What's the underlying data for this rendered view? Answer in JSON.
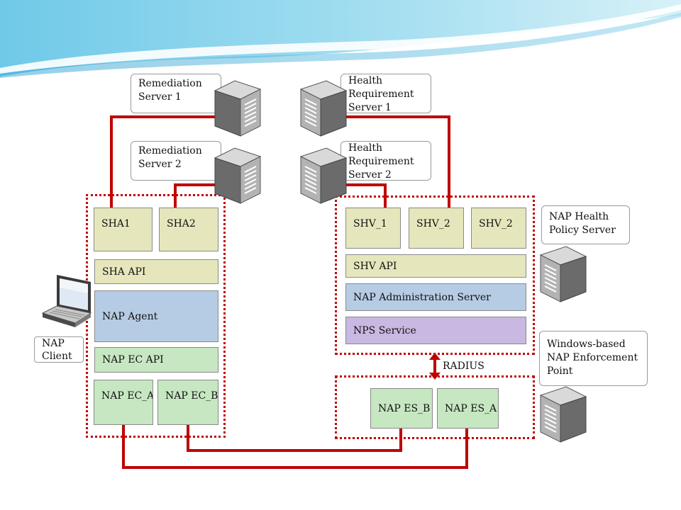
{
  "colors": {
    "connector": "#c00000",
    "green": "#c6e7c1",
    "beige": "#e6e6bd",
    "blue": "#b6cce4",
    "purple": "#c9b8e2"
  },
  "client": {
    "label": "NAP Client",
    "sha1": "SHA1",
    "sha2": "SHA2",
    "sha_api": "SHA API",
    "agent": "NAP Agent",
    "ec_api": "NAP EC API",
    "ec_a": "NAP EC_A",
    "ec_b": "NAP EC_B"
  },
  "servers": {
    "remediation1": "Remediation Server 1",
    "remediation2": "Remediation Server 2",
    "health1": "Health Requirement Server 1",
    "health2": "Health Requirement Server 2",
    "nap_health_policy": "NAP Health Policy Server",
    "enforcement_point": "Windows-based NAP Enforcement Point"
  },
  "policy": {
    "shv1": "SHV_1",
    "shv2": "SHV_2",
    "shv3": "SHV_2",
    "shv_api": "SHV API",
    "admin": "NAP Administration Server",
    "nps": "NPS Service"
  },
  "enforcement": {
    "es_b": "NAP ES_B",
    "es_a": "NAP ES_A"
  },
  "radius": "RADIUS",
  "icons": [
    "server-icon",
    "laptop-icon"
  ]
}
